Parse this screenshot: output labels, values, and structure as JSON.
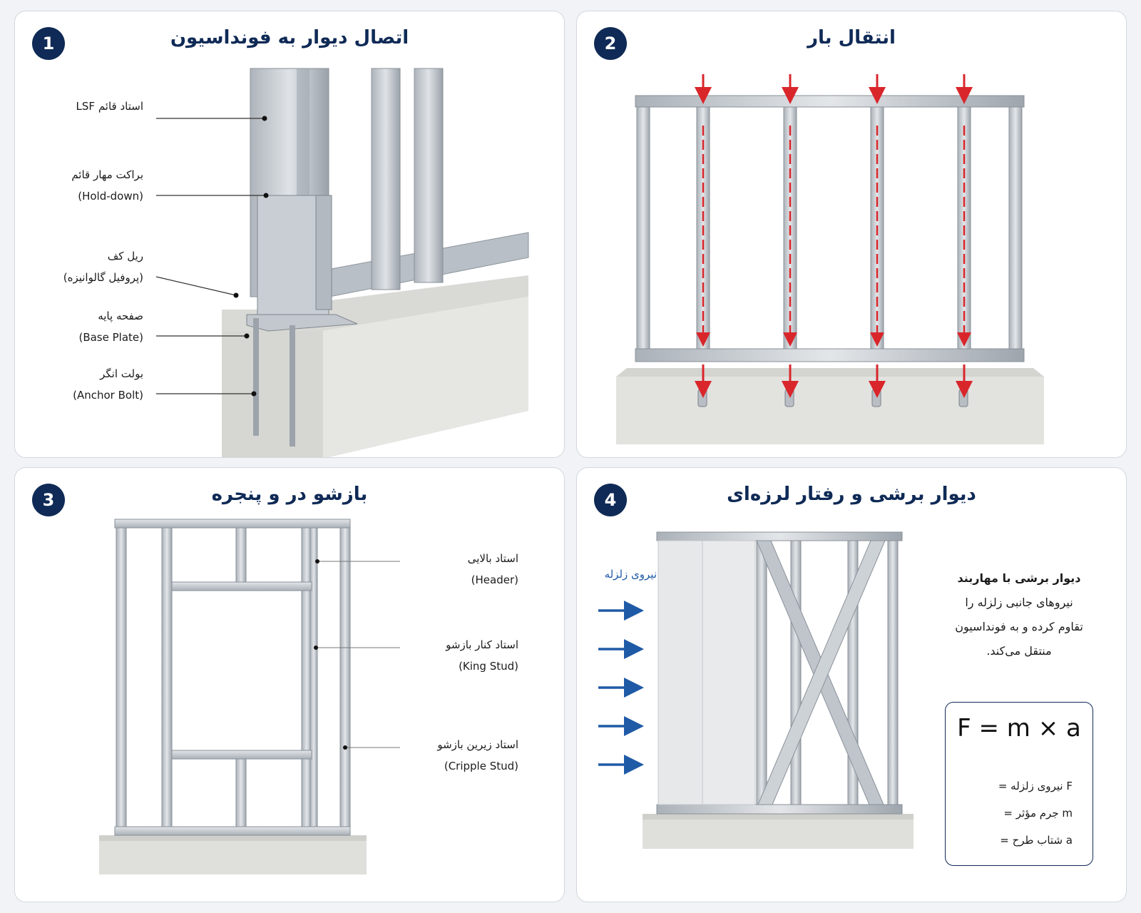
{
  "panels": [
    {
      "number": "1",
      "title": "اتصال دیوار به فونداسیون",
      "labels": [
        {
          "line1": "استاد قائم LSF",
          "line2": ""
        },
        {
          "line1": "براکت مهار قائم",
          "line2": "(Hold-down)"
        },
        {
          "line1": "ریل کف",
          "line2": "(پروفیل گالوانیزه)"
        },
        {
          "line1": "صفحه پایه",
          "line2": "(Base Plate)"
        },
        {
          "line1": "بولت انگر",
          "line2": "(Anchor Bolt)"
        }
      ]
    },
    {
      "number": "2",
      "title": "انتقال بار"
    },
    {
      "number": "3",
      "title": "بازشو در و پنجره",
      "labels": [
        {
          "line1": "استاد بالایی",
          "line2": "(Header)"
        },
        {
          "line1": "استاد کنار بازشو",
          "line2": "(King Stud)"
        },
        {
          "line1": "استاد زیرین بازشو",
          "line2": "(Cripple Stud)"
        }
      ]
    },
    {
      "number": "4",
      "title": "دیوار برشی و رفتار لرزه‌ای",
      "force_label": "نیروی زلزله",
      "description_title": "دیوار برشی با مهاربند",
      "description_lines": [
        "نیروهای جانبی زلزله را",
        "تقاوم کرده و به فونداسیون",
        "منتقل می‌کند."
      ],
      "formula": "F = m × a",
      "formula_lines": [
        "F نیروی زلزله =",
        "m جرم مؤثر =",
        "a شتاب طرح ="
      ]
    }
  ],
  "colors": {
    "navy": "#0f2a56",
    "arrow_red": "#d9262b",
    "arrow_blue": "#1f5aa6",
    "steel": "#c8cdd3",
    "concrete": "#e1e1de"
  }
}
